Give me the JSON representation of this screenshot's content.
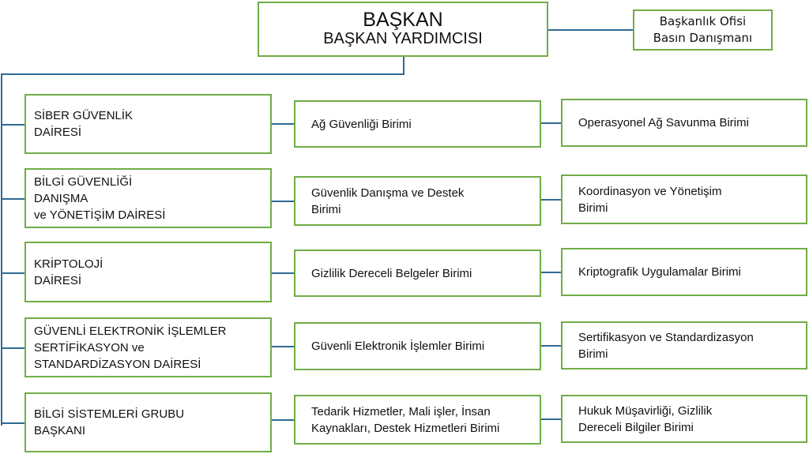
{
  "chart": {
    "top": {
      "title": "BAŞKAN",
      "subtitle": "BAŞKAN YARDIMCISI"
    },
    "office": {
      "line1": "Başkanlık Ofisi",
      "line2": "Basın Danışmanı"
    },
    "departments": [
      {
        "name_lines": [
          "SİBER GÜVENLİK",
          "DAİRESİ"
        ],
        "unit_lines": [
          "Ağ Güvenliği Birimi"
        ],
        "subunit_lines": [
          "Operasyonel Ağ Savunma Birimi"
        ]
      },
      {
        "name_lines": [
          "BİLGİ GÜVENLİĞİ",
          "DANIŞMA",
          "ve YÖNETİŞİM DAİRESİ"
        ],
        "unit_lines": [
          "Güvenlik Danışma ve Destek",
          "Birimi"
        ],
        "subunit_lines": [
          "Koordinasyon ve Yönetişim",
          "Birimi"
        ]
      },
      {
        "name_lines": [
          "KRİPTOLOJİ",
          "DAİRESİ"
        ],
        "unit_lines": [
          "Gizlilik Dereceli Belgeler Birimi"
        ],
        "subunit_lines": [
          "Kriptografik Uygulamalar Birimi"
        ]
      },
      {
        "name_lines": [
          "GÜVENLİ ELEKTRONİK İŞLEMLER",
          "SERTİFİKASYON ve",
          "STANDARDİZASYON DAİRESİ"
        ],
        "unit_lines": [
          "Güvenli Elektronik İşlemler Birimi"
        ],
        "subunit_lines": [
          "Sertifikasyon ve Standardizasyon",
          "Birimi"
        ]
      },
      {
        "name_lines": [
          "BİLGİ SİSTEMLERİ GRUBU",
          "BAŞKANI"
        ],
        "unit_lines": [
          "Tedarik Hizmetler, Mali işler, İnsan",
          "Kaynakları, Destek Hizmetleri Birimi"
        ],
        "subunit_lines": [
          "Hukuk Müşavirliği, Gizlilik",
          "Dereceli Bilgiler Birimi"
        ]
      }
    ],
    "colors": {
      "box_border": "#70ad47",
      "connector": "#2e6a96"
    }
  }
}
